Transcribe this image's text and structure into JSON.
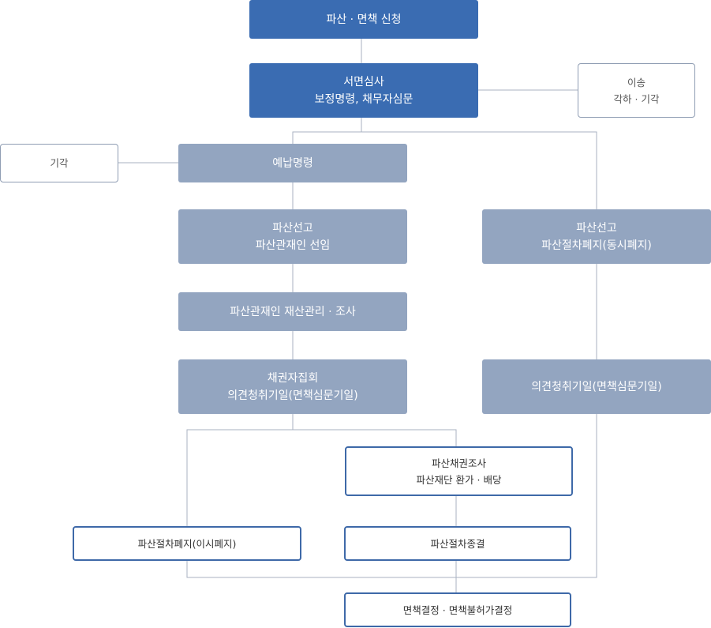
{
  "nodes": {
    "application": {
      "line1": "파산 · 면책 신청"
    },
    "review": {
      "line1": "서면심사",
      "line2": "보정명령, 채무자심문"
    },
    "transfer_reject": {
      "line1": "이송",
      "line2": "각하 · 기각"
    },
    "dismissal": {
      "line1": "기각"
    },
    "prepayment": {
      "line1": "예납명령"
    },
    "declaration": {
      "line1": "파산선고",
      "line2": "파산관재인 선임"
    },
    "declaration_simultaneous": {
      "line1": "파산선고",
      "line2": "파산절차폐지(동시폐지)"
    },
    "asset_mgmt": {
      "line1": "파산관재인 재산관리 · 조사"
    },
    "creditors_meeting": {
      "line1": "채권자집회",
      "line2": "의견청취기일(면책심문기일)"
    },
    "opinion_hearing": {
      "line1": "의견청취기일(면책심문기일)"
    },
    "claims_investigation": {
      "line1": "파산채권조사",
      "line2": "파산재단 환가 · 배당"
    },
    "abolition_after": {
      "line1": "파산절차폐지(이시폐지)"
    },
    "termination": {
      "line1": "파산절차종결"
    },
    "discharge_decision": {
      "line1": "면책결정 · 면책불허가결정"
    }
  },
  "colors": {
    "primary": "#3a6cb2",
    "secondary": "#93a5c0",
    "connector": "#a9b2c2",
    "outline_blue": "#3e69a8",
    "outline_grey": "#8f9db3"
  }
}
